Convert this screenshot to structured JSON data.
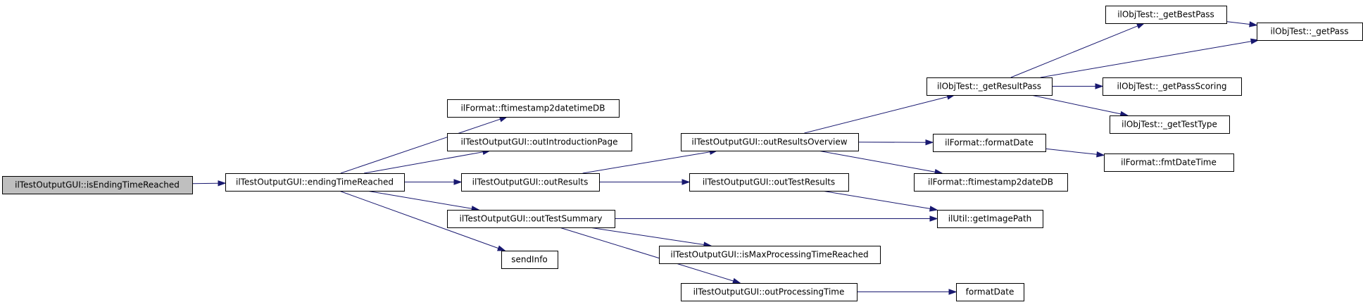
{
  "nodes": {
    "isEndingTimeReached": "ilTestOutputGUI::isEndingTimeReached",
    "endingTimeReached": "ilTestOutputGUI::endingTimeReached",
    "ftimestamp2datetimeDB": "ilFormat::ftimestamp2datetimeDB",
    "outIntroductionPage": "ilTestOutputGUI::outIntroductionPage",
    "outResults": "ilTestOutputGUI::outResults",
    "outTestSummary": "ilTestOutputGUI::outTestSummary",
    "sendInfo": "sendInfo",
    "outResultsOverview": "ilTestOutputGUI::outResultsOverview",
    "outTestResults": "ilTestOutputGUI::outTestResults",
    "isMaxProcessingTimeReached": "ilTestOutputGUI::isMaxProcessingTimeReached",
    "outProcessingTime": "ilTestOutputGUI::outProcessingTime",
    "getResultPass": "ilObjTest::_getResultPass",
    "formatDateIl": "ilFormat::formatDate",
    "ftimestamp2dateDB": "ilFormat::ftimestamp2dateDB",
    "getImagePath": "ilUtil::getImagePath",
    "formatDate": "formatDate",
    "getBestPass": "ilObjTest::_getBestPass",
    "getPass": "ilObjTest::_getPass",
    "getPassScoring": "ilObjTest::_getPassScoring",
    "getTestType": "ilObjTest::_getTestType",
    "fmtDateTime": "ilFormat::fmtDateTime"
  },
  "edges": [
    [
      "isEndingTimeReached",
      "endingTimeReached"
    ],
    [
      "endingTimeReached",
      "ftimestamp2datetimeDB"
    ],
    [
      "endingTimeReached",
      "outIntroductionPage"
    ],
    [
      "endingTimeReached",
      "outResults"
    ],
    [
      "endingTimeReached",
      "outTestSummary"
    ],
    [
      "endingTimeReached",
      "sendInfo"
    ],
    [
      "outResults",
      "outResultsOverview"
    ],
    [
      "outResults",
      "outTestResults"
    ],
    [
      "outResultsOverview",
      "getResultPass"
    ],
    [
      "outResultsOverview",
      "formatDateIl"
    ],
    [
      "outResultsOverview",
      "ftimestamp2dateDB"
    ],
    [
      "getResultPass",
      "getBestPass"
    ],
    [
      "getResultPass",
      "getPass"
    ],
    [
      "getResultPass",
      "getPassScoring"
    ],
    [
      "getResultPass",
      "getTestType"
    ],
    [
      "getBestPass",
      "getPass"
    ],
    [
      "formatDateIl",
      "fmtDateTime"
    ],
    [
      "outTestResults",
      "getImagePath"
    ],
    [
      "outTestSummary",
      "getImagePath"
    ],
    [
      "outTestSummary",
      "isMaxProcessingTimeReached"
    ],
    [
      "outTestSummary",
      "outProcessingTime"
    ],
    [
      "outProcessingTime",
      "formatDate"
    ]
  ],
  "colors": {
    "edge": "#191970",
    "root_fill": "#bfbfbf",
    "node_fill": "#ffffff",
    "node_border": "#000000"
  }
}
